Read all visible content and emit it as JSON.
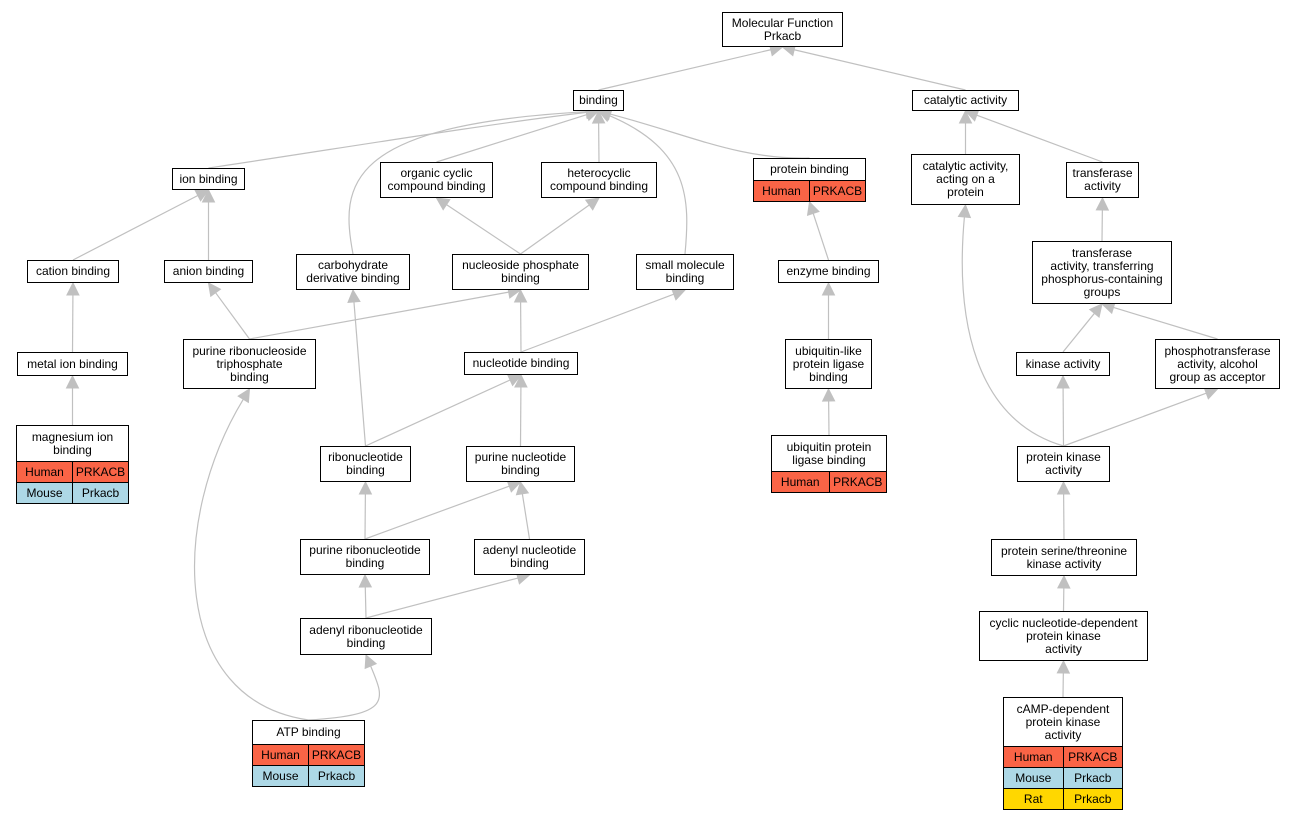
{
  "colors": {
    "edge": "#c0c0c0",
    "Human": "#fa6446",
    "Mouse": "#add8e6",
    "Rat": "#ffd700"
  },
  "nodes": [
    {
      "id": "mf",
      "label": "Molecular Function\nPrkacb",
      "orgs": []
    },
    {
      "id": "binding",
      "label": "binding",
      "orgs": []
    },
    {
      "id": "catalytic",
      "label": "catalytic activity",
      "orgs": []
    },
    {
      "id": "ion_binding",
      "label": "ion binding",
      "orgs": []
    },
    {
      "id": "organic_cyclic",
      "label": "organic cyclic\ncompound binding",
      "orgs": []
    },
    {
      "id": "heterocyclic",
      "label": "heterocyclic\ncompound binding",
      "orgs": []
    },
    {
      "id": "protein_binding",
      "label": "protein binding",
      "orgs": [
        [
          "Human",
          "PRKACB"
        ]
      ]
    },
    {
      "id": "cat_protein",
      "label": "catalytic activity,\nacting on a\nprotein",
      "orgs": []
    },
    {
      "id": "transferase",
      "label": "transferase\nactivity",
      "orgs": []
    },
    {
      "id": "cation_binding",
      "label": "cation binding",
      "orgs": []
    },
    {
      "id": "anion_binding",
      "label": "anion binding",
      "orgs": []
    },
    {
      "id": "carb_deriv",
      "label": "carbohydrate\nderivative binding",
      "orgs": []
    },
    {
      "id": "nucleoside_phos",
      "label": "nucleoside phosphate\nbinding",
      "orgs": []
    },
    {
      "id": "small_molecule",
      "label": "small molecule\nbinding",
      "orgs": []
    },
    {
      "id": "enzyme_binding",
      "label": "enzyme binding",
      "orgs": []
    },
    {
      "id": "transferase_phos",
      "label": "transferase\nactivity, transferring\nphosphorus-containing\ngroups",
      "orgs": []
    },
    {
      "id": "metal_ion",
      "label": "metal ion binding",
      "orgs": []
    },
    {
      "id": "purine_rnt_triphos",
      "label": "purine ribonucleoside\ntriphosphate\nbinding",
      "orgs": []
    },
    {
      "id": "nucleotide_binding",
      "label": "nucleotide binding",
      "orgs": []
    },
    {
      "id": "ubl_ligase",
      "label": "ubiquitin-like\nprotein ligase\nbinding",
      "orgs": []
    },
    {
      "id": "kinase",
      "label": "kinase activity",
      "orgs": []
    },
    {
      "id": "phosphotransferase",
      "label": "phosphotransferase\nactivity, alcohol\ngroup as acceptor",
      "orgs": []
    },
    {
      "id": "magnesium",
      "label": "magnesium ion\nbinding",
      "orgs": [
        [
          "Human",
          "PRKACB"
        ],
        [
          "Mouse",
          "Prkacb"
        ]
      ]
    },
    {
      "id": "ribonucleotide",
      "label": "ribonucleotide\nbinding",
      "orgs": []
    },
    {
      "id": "purine_nucleotide",
      "label": "purine nucleotide\nbinding",
      "orgs": []
    },
    {
      "id": "ub_ligase",
      "label": "ubiquitin protein\nligase binding",
      "orgs": [
        [
          "Human",
          "PRKACB"
        ]
      ]
    },
    {
      "id": "protein_kinase",
      "label": "protein kinase\nactivity",
      "orgs": []
    },
    {
      "id": "purine_ribonucleotide",
      "label": "purine ribonucleotide\nbinding",
      "orgs": []
    },
    {
      "id": "adenyl_nucleotide",
      "label": "adenyl nucleotide\nbinding",
      "orgs": []
    },
    {
      "id": "ser_thr_kinase",
      "label": "protein serine/threonine\nkinase activity",
      "orgs": []
    },
    {
      "id": "adenyl_ribonucleotide",
      "label": "adenyl ribonucleotide\nbinding",
      "orgs": []
    },
    {
      "id": "cn_dep_kinase",
      "label": "cyclic nucleotide-dependent\nprotein kinase\nactivity",
      "orgs": []
    },
    {
      "id": "atp_binding",
      "label": "ATP binding",
      "orgs": [
        [
          "Human",
          "PRKACB"
        ],
        [
          "Mouse",
          "Prkacb"
        ]
      ]
    },
    {
      "id": "camp_kinase",
      "label": "cAMP-dependent\nprotein kinase\nactivity",
      "orgs": [
        [
          "Human",
          "PRKACB"
        ],
        [
          "Mouse",
          "Prkacb"
        ],
        [
          "Rat",
          "Prkacb"
        ]
      ]
    }
  ],
  "edges": [
    [
      "binding",
      "mf"
    ],
    [
      "catalytic",
      "mf"
    ],
    [
      "ion_binding",
      "binding"
    ],
    [
      "carb_deriv",
      "binding"
    ],
    [
      "organic_cyclic",
      "binding"
    ],
    [
      "heterocyclic",
      "binding"
    ],
    [
      "small_molecule",
      "binding"
    ],
    [
      "protein_binding",
      "binding"
    ],
    [
      "cat_protein",
      "catalytic"
    ],
    [
      "transferase",
      "catalytic"
    ],
    [
      "cation_binding",
      "ion_binding"
    ],
    [
      "anion_binding",
      "ion_binding"
    ],
    [
      "nucleoside_phos",
      "organic_cyclic"
    ],
    [
      "nucleoside_phos",
      "heterocyclic"
    ],
    [
      "enzyme_binding",
      "protein_binding"
    ],
    [
      "transferase_phos",
      "transferase"
    ],
    [
      "metal_ion",
      "cation_binding"
    ],
    [
      "purine_rnt_triphos",
      "anion_binding"
    ],
    [
      "purine_rnt_triphos",
      "nucleoside_phos"
    ],
    [
      "nucleotide_binding",
      "nucleoside_phos"
    ],
    [
      "nucleotide_binding",
      "small_molecule"
    ],
    [
      "ubl_ligase",
      "enzyme_binding"
    ],
    [
      "kinase",
      "transferase_phos"
    ],
    [
      "phosphotransferase",
      "transferase_phos"
    ],
    [
      "magnesium",
      "metal_ion"
    ],
    [
      "ribonucleotide",
      "carb_deriv"
    ],
    [
      "ribonucleotide",
      "nucleotide_binding"
    ],
    [
      "purine_nucleotide",
      "nucleotide_binding"
    ],
    [
      "ub_ligase",
      "ubl_ligase"
    ],
    [
      "protein_kinase",
      "cat_protein"
    ],
    [
      "protein_kinase",
      "kinase"
    ],
    [
      "protein_kinase",
      "phosphotransferase"
    ],
    [
      "purine_ribonucleotide",
      "ribonucleotide"
    ],
    [
      "purine_ribonucleotide",
      "purine_nucleotide"
    ],
    [
      "adenyl_nucleotide",
      "purine_nucleotide"
    ],
    [
      "ser_thr_kinase",
      "protein_kinase"
    ],
    [
      "adenyl_ribonucleotide",
      "purine_ribonucleotide"
    ],
    [
      "adenyl_ribonucleotide",
      "adenyl_nucleotide"
    ],
    [
      "cn_dep_kinase",
      "ser_thr_kinase"
    ],
    [
      "atp_binding",
      "purine_rnt_triphos"
    ],
    [
      "atp_binding",
      "adenyl_ribonucleotide"
    ],
    [
      "camp_kinase",
      "cn_dep_kinase"
    ]
  ]
}
